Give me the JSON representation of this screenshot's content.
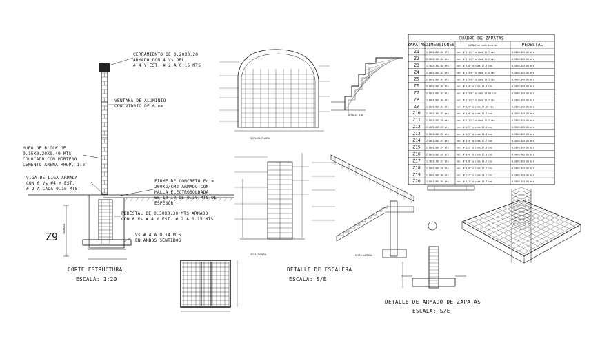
{
  "corte": {
    "callout_top": [
      "CERRAMIENTO DE 0.20X0.20",
      "ARMADO CON 4 Vs DEL",
      "# 4 Y EST. # 2 A 0.15 MTS"
    ],
    "callout_window": [
      "VENTANA DE ALUMINIO",
      "CON VIDRIO DE 6 mm"
    ],
    "callout_block": [
      "MURO DE BLOCK DE",
      "0.15X0.20X0.40 MTS",
      "COLOCADO CON MORTERO",
      "CEMENTO ARENA PROP. 1:3"
    ],
    "callout_viga": [
      "VIGA DE LIGA ARMADA",
      "CON 6 Vs #4 Y EST.",
      "# 2 A CADA 0.15 MTS."
    ],
    "callout_firme": [
      "FIRME DE CONCRETO Fc =",
      "200KG/CM2 ARMADO CON",
      "MALLA ELECTROSOLDADA",
      "66-10-10 DE 0.10 MTS DE",
      "ESPESOR"
    ],
    "callout_pedestal": [
      "PEDESTAL DE 0.30X0.30 MTS ARMADO",
      "CON 6 Vs # 4 Y EST. # 2 A 0.15 MTS"
    ],
    "callout_vs": [
      "Vs # 4 A 0.14 MTS",
      "EN AMBOS SENTIDOS"
    ],
    "side_label": "Z9",
    "variable_label": "VARIABLE",
    "title": "CORTE ESTRUCTURAL",
    "scale": "ESCALA: 1:20"
  },
  "escalera": {
    "title": "DETALLE DE ESCALERA",
    "scale": "ESCALA: S/E",
    "view_plan": "VISTA EN PLANTA",
    "view_front": "VISTA FRONTAL",
    "view_side": "VISTA LATERAL",
    "detail_dd": "DETALLE D-D"
  },
  "zapatas": {
    "title": "DETALLE DE ARMADO DE ZAPATAS",
    "scale": "ESCALA: S/E"
  },
  "table": {
    "title": "CUADRO DE ZAPATAS",
    "headers": [
      "ZAPATAS",
      "DIMENSIONES",
      "ARMADO en cada sentido",
      "PEDESTAL"
    ],
    "rows": [
      [
        "Z1",
        "1.80X1.80X.30 MTS",
        "var. # 1 1/2\" a cada 18.7 cms",
        "0.30X0.30X.80 mts"
      ],
      [
        "Z2",
        "2.10X2.10X.40 mts",
        "var. # 1 1/2\" a cada 16.2 cms",
        "0.30X0.30X.80 mts"
      ],
      [
        "Z3",
        "1.30X1.30X.40 mts",
        "var. # 3/8\" a cada 17.3 cms",
        "0.30X0.30X.80 mts"
      ],
      [
        "Z4",
        "2.80X2.80X.47 mts",
        "var. # 1 5/8\" a cada 17.0 cms",
        "0.40X0.40X.80 mts"
      ],
      [
        "Z5",
        "2.80X2.80X.47 mts",
        "var. # 1 5/8\" a cada 14.1 cms",
        "0.40X0.40X.80 mts"
      ],
      [
        "Z6",
        "2.00X2.00X.30 mts",
        "var. # 3/4\" a cada 14.3 cms",
        "0.30X0.30X.80 mts"
      ],
      [
        "Z7",
        "2.60X2.60X.37 mts",
        "var. # 1 5/8\" a cada 18.00 cms",
        "0.30X0.30X.80 mts"
      ],
      [
        "Z8",
        "1.80X1.80X.30 mts",
        "var. # 1 1/2\" a cada 18.7 cms",
        "0.30X0.30X.80 mts"
      ],
      [
        "Z9",
        "1.80X1.80X.31 mts",
        "var. # 1/2\" a cada 14.52 cms",
        "0.30X0.30X.80 mts"
      ],
      [
        "Z10",
        "2.40X2.40X.43 mts",
        "var. # 5/8\" a cada 18.7 cms",
        "0.40X0.40X.80 mts"
      ],
      [
        "Z11",
        "2.00X2.00X.28 mts",
        "var. # 1 1/2\" a cada 18.7 cms",
        "0.30X0.30X.80 mts"
      ],
      [
        "Z12",
        "2.00X2.00X.28 mts",
        "var. # 1/2\" a cada 18.3 cms",
        "0.30X0.30X.80 mts"
      ],
      [
        "Z13",
        "2.00X2.00X.28 mts",
        "var. # 1/2\" a cada 18.3 cms",
        "0.30X0.30X.80 mts"
      ],
      [
        "Z14",
        "2.00X2.00X.24 mts",
        "var. # 3/4\" a cada 17.7 cms",
        "0.40X0.40X.80 mts"
      ],
      [
        "Z15",
        "2.00X2.00X.24 mts",
        "var. # 1/2\" a cada 17.0 cms",
        "0.30X0.30X.80 mts"
      ],
      [
        "Z16",
        "2.00X2.00X.28 mts",
        "var. # 3/4\" a cada 17.0 cms",
        "0.40X0.40X.80 mts"
      ],
      [
        "Z17",
        "1.70X1.70X.21 mts",
        "var. # 3/8\" a cada 18.7 cms",
        "0.30X0.30X.80 mts"
      ],
      [
        "Z18",
        "2.00X2.00X.28 mts",
        "var. # 3/8\" a cada 19.7 cms",
        "0.30X0.30X.80 mts"
      ],
      [
        "Z19",
        "2.00X2.00X.30 mts",
        "var. # 1/2\" a cada 20.1 cms",
        "0.30X0.30X.80 mts"
      ],
      [
        "Z20",
        "1.80X1.80X.30 mts",
        "var. # 1/2\" a cada 18.7 cms",
        "0.30X0.30X.80 mts"
      ]
    ]
  },
  "colors": {
    "ink": "#111111",
    "paper": "#ffffff"
  }
}
